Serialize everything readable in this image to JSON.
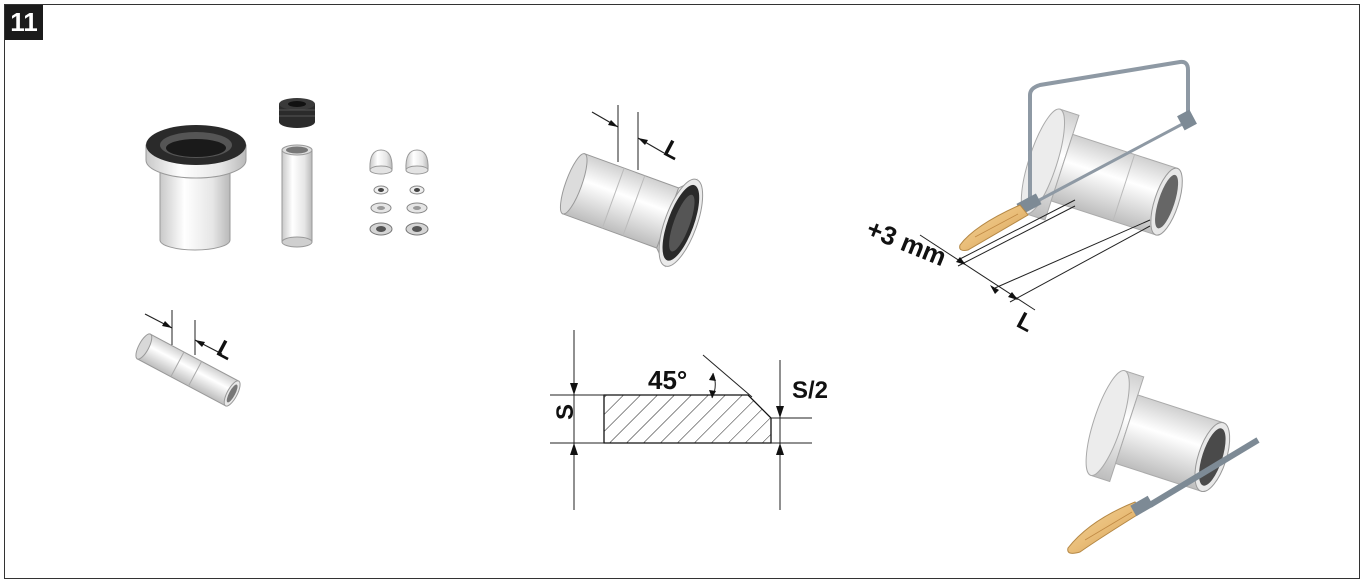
{
  "step_number": "11",
  "labels": {
    "length_l": "L",
    "offset": "+3 mm",
    "angle": "45°",
    "thickness": "S",
    "half_thickness": "S/2"
  }
}
